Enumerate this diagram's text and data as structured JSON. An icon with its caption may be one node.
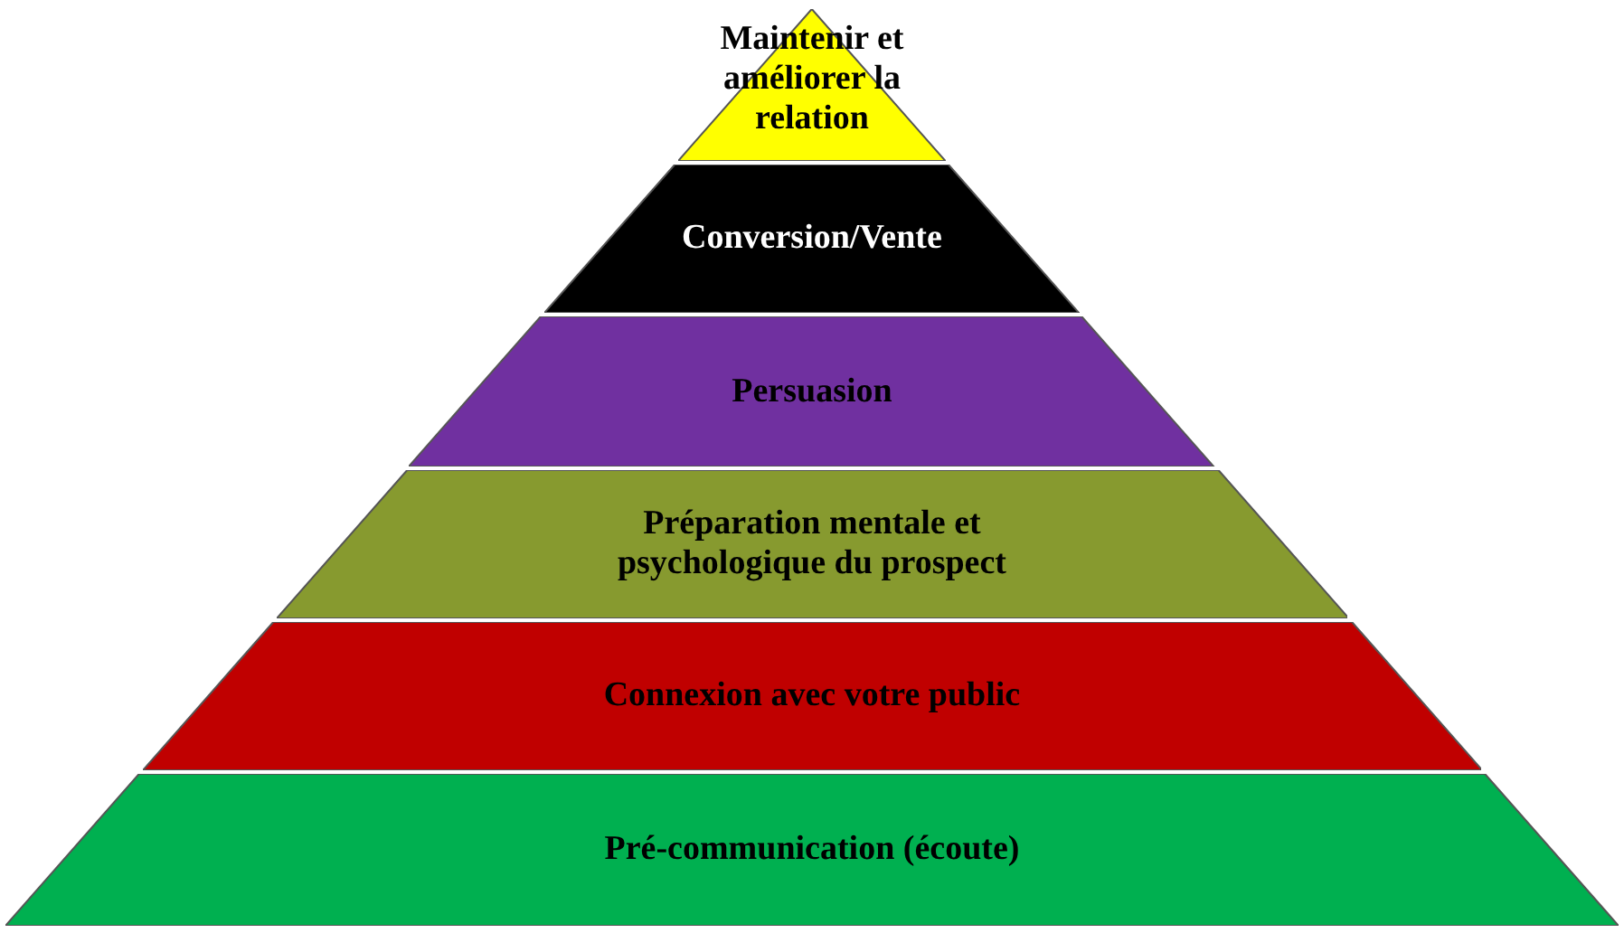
{
  "diagram": {
    "nodes": [
      {
        "text": [
          "Maintenir et améliorer la relation"
        ]
      },
      {
        "text": [
          "Conversion/Vente"
        ]
      },
      {
        "text": [
          "Persuasion"
        ]
      },
      {
        "text": [
          "Préparation mentale et psychologique du prospect"
        ]
      },
      {
        "text": [
          "Connexion avec votre public"
        ]
      },
      {
        "text": [
          "Pré-communication (écoute)"
        ]
      }
    ]
  }
}
